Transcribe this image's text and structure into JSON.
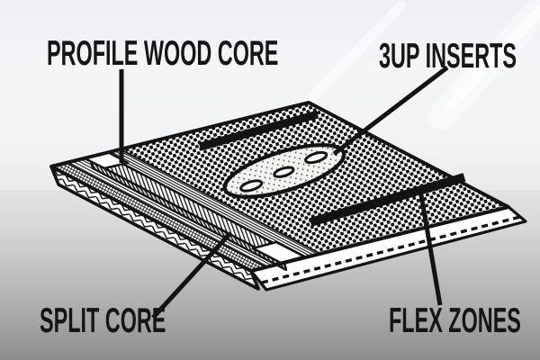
{
  "diagram": {
    "labels": {
      "profile_wood_core": "PROFILE WOOD CORE",
      "three_up_inserts": "3UP INSERTS",
      "split_core": "SPLIT CORE",
      "flex_zones": "FLEX ZONES"
    },
    "colors": {
      "ink": "#131313",
      "label_text": "#151515",
      "background_top": "#f2f3f5",
      "background_bottom": "#8d8d8e",
      "sidewall_white": "#ffffff",
      "watermark": "#ffffff"
    },
    "illustration": {
      "subject": "snowboard construction cutaway",
      "insert_hole_count": 3,
      "flex_zone_stripe_count": 2
    }
  }
}
